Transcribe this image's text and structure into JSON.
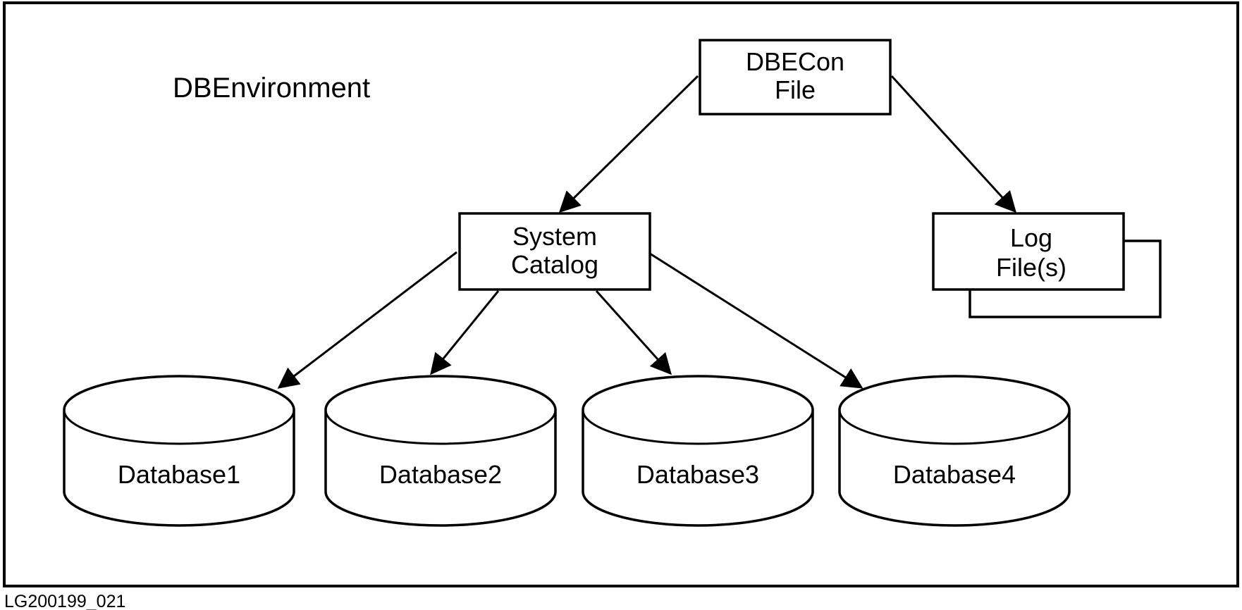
{
  "diagram": {
    "environment_label": "DBEnvironment",
    "figure_id": "LG200199_021",
    "nodes": {
      "dbecon": {
        "line1": "DBECon",
        "line2": "File"
      },
      "catalog": {
        "line1": "System",
        "line2": "Catalog"
      },
      "log": {
        "line1": "Log",
        "line2": "File(s)"
      },
      "databases": [
        "Database1",
        "Database2",
        "Database3",
        "Database4"
      ]
    },
    "edges": [
      {
        "from": "DBECon File",
        "to": "System Catalog"
      },
      {
        "from": "DBECon File",
        "to": "Log File(s)"
      },
      {
        "from": "System Catalog",
        "to": "Database1"
      },
      {
        "from": "System Catalog",
        "to": "Database2"
      },
      {
        "from": "System Catalog",
        "to": "Database3"
      },
      {
        "from": "System Catalog",
        "to": "Database4"
      }
    ]
  }
}
